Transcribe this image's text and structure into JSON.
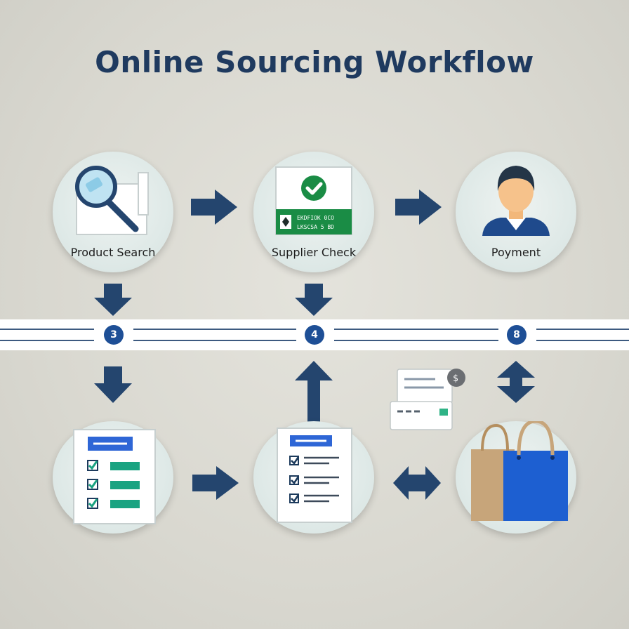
{
  "title": "Online Sourcing Workflow",
  "steps": {
    "product_search": "Product Search",
    "supplier_check": "Supplier Check",
    "payment": "Poyment"
  },
  "badges": [
    "3",
    "4",
    "8"
  ],
  "supplier_card_text": [
    "EKDFIOK 0CO",
    "LKSCSA 5 BD"
  ],
  "colors": {
    "title": "#1f3a5f",
    "arrow": "#24456e",
    "badge": "#1e4f96",
    "check_green": "#1a8c45",
    "bag_blue": "#1d5fd1",
    "bar_teal": "#1aa381"
  }
}
